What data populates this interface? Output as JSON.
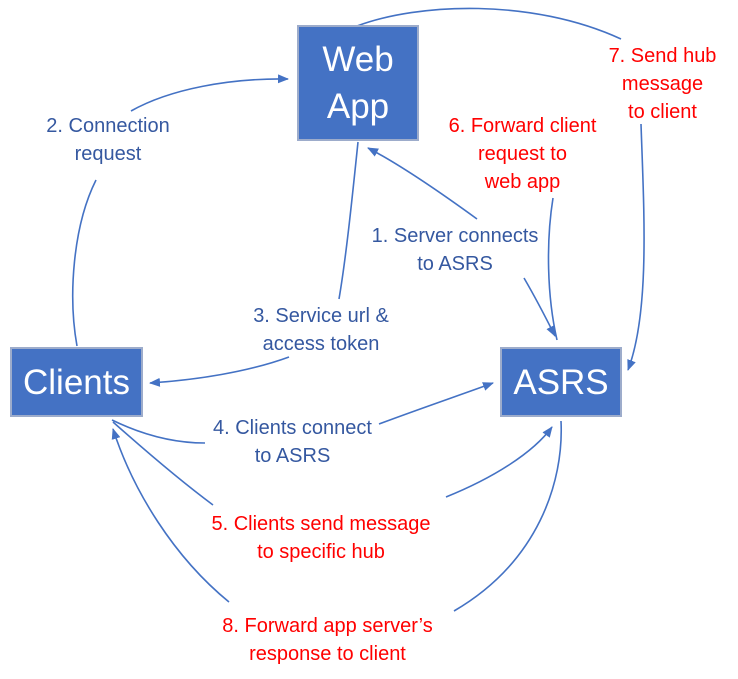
{
  "nodes": {
    "web_app": {
      "label": "Web App"
    },
    "clients": {
      "label": "Clients"
    },
    "asrs": {
      "label": "ASRS"
    }
  },
  "steps": [
    {
      "id": 1,
      "color": "blue",
      "from": "web_app",
      "to": "asrs",
      "text": "1. Server connects to ASRS",
      "lines": [
        "1. Server connects",
        "to ASRS"
      ]
    },
    {
      "id": 2,
      "color": "blue",
      "from": "clients",
      "to": "web_app",
      "text": "2. Connection request",
      "lines": [
        "2. Connection",
        "request"
      ]
    },
    {
      "id": 3,
      "color": "blue",
      "from": "web_app",
      "to": "clients",
      "text": "3. Service url & access token",
      "lines": [
        "3. Service url &",
        "access token"
      ]
    },
    {
      "id": 4,
      "color": "blue",
      "from": "clients",
      "to": "asrs",
      "text": "4. Clients connect to ASRS",
      "lines": [
        "4. Clients connect",
        "to ASRS"
      ]
    },
    {
      "id": 5,
      "color": "red",
      "from": "clients",
      "to": "asrs",
      "text": "5. Clients send message to specific hub",
      "lines": [
        "5. Clients send message",
        "to specific hub"
      ]
    },
    {
      "id": 6,
      "color": "red",
      "from": "asrs",
      "to": "web_app",
      "text": "6. Forward client request to web app",
      "lines": [
        "6. Forward client",
        "request to",
        "web app"
      ]
    },
    {
      "id": 7,
      "color": "red",
      "from": "web_app",
      "to": "asrs",
      "text": "7. Send hub message to client",
      "lines": [
        "7. Send hub",
        "message",
        "to client"
      ]
    },
    {
      "id": 8,
      "color": "red",
      "from": "asrs",
      "to": "clients",
      "text": "8. Forward app server’s response to client",
      "lines": [
        "8. Forward app server’s",
        "response to client"
      ]
    }
  ],
  "colors": {
    "node_fill": "#4472C4",
    "node_border": "#9DACCB",
    "node_text": "#FFFFFF",
    "blue_label": "#3558A0",
    "red_label": "#FF0000",
    "arrow_line": "#4472C4"
  }
}
